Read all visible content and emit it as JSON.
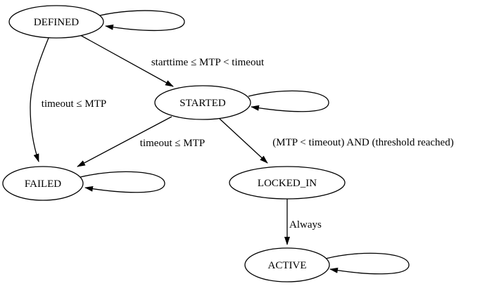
{
  "diagram": {
    "type": "state-machine",
    "colors": {
      "background": "#ffffff",
      "stroke": "#000000",
      "text": "#000000"
    },
    "states": [
      {
        "label": "DEFINED",
        "self_loop": true
      },
      {
        "label": "STARTED",
        "self_loop": true
      },
      {
        "label": "FAILED",
        "self_loop": true
      },
      {
        "label": "LOCKED_IN",
        "self_loop": false
      },
      {
        "label": "ACTIVE",
        "self_loop": true
      }
    ],
    "transitions": [
      {
        "from": "DEFINED",
        "to": "STARTED",
        "label": "starttime ≤ MTP < timeout"
      },
      {
        "from": "DEFINED",
        "to": "FAILED",
        "label": "timeout ≤ MTP"
      },
      {
        "from": "STARTED",
        "to": "FAILED",
        "label": "timeout ≤ MTP"
      },
      {
        "from": "STARTED",
        "to": "LOCKED_IN",
        "label": "(MTP < timeout) AND (threshold reached)"
      },
      {
        "from": "LOCKED_IN",
        "to": "ACTIVE",
        "label": "Always"
      }
    ]
  }
}
